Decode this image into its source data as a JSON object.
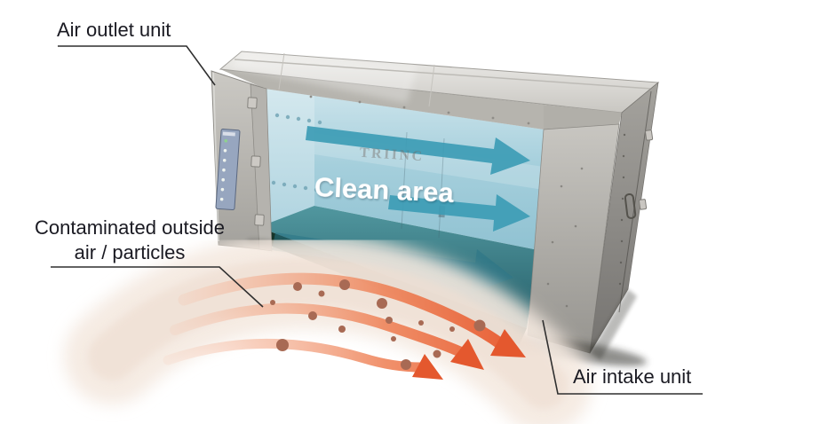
{
  "diagram": {
    "type": "airflow-cutaway-diagram",
    "labels": {
      "air_outlet_unit": "Air outlet unit",
      "contaminated_line1": "Contaminated outside",
      "contaminated_line2": "air / particles",
      "air_intake_unit": "Air intake unit",
      "clean_area": "Clean area",
      "brand_watermark": "TRIINC"
    },
    "colors": {
      "clean_airflow_arrow": "#3d9cb5",
      "floor_airflow_arrow": "#2a7486",
      "contaminated_arrow": "#e4582e",
      "particle_dot": "#a86a54",
      "label_text": "#1a1a22",
      "clean_area_text": "#ffffff",
      "interior_wall": "#a9d0de",
      "interior_floor": "#3c858f",
      "base_strip": "#16352a",
      "cabinet_gray": "#b2b0ab"
    }
  }
}
